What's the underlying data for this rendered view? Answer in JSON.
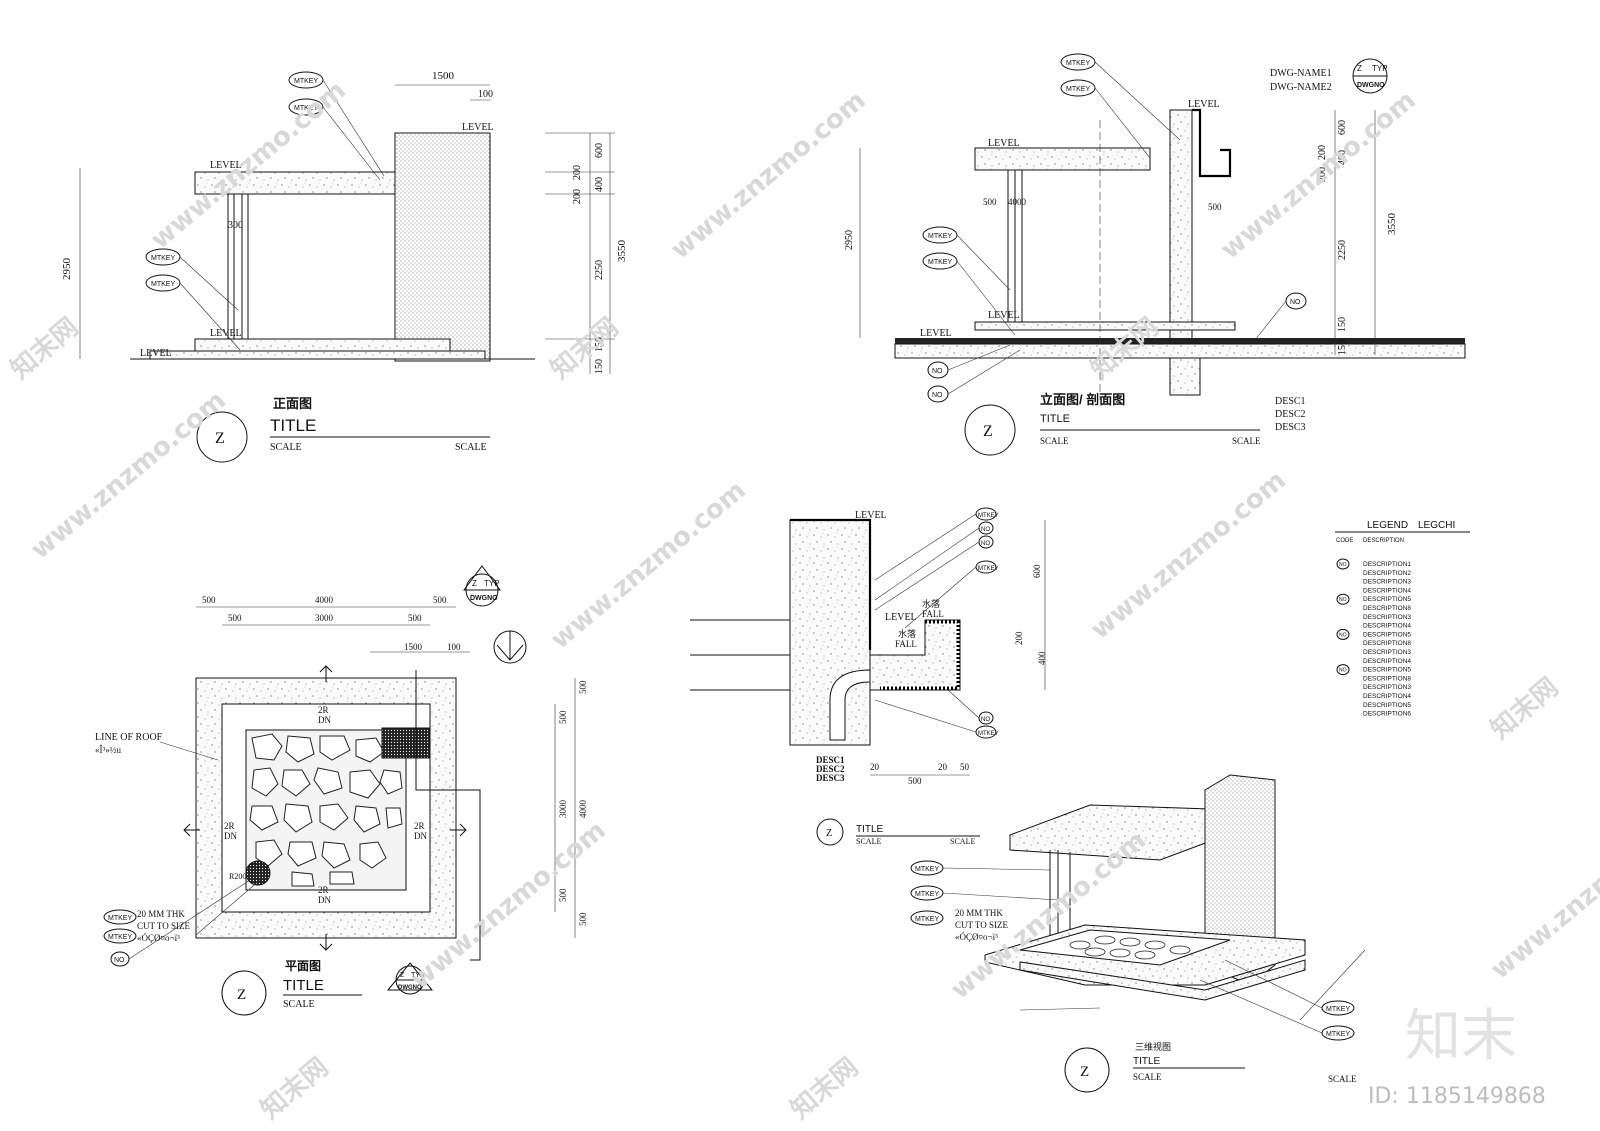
{
  "drawing": {
    "front_view": {
      "caption_cn": "正面图",
      "title": "TITLE",
      "scale_left": "SCALE",
      "scale_right": "SCALE",
      "symbol": "Z",
      "tags": [
        "MTKEY",
        "MTKEY",
        "MTKEY",
        "MTKEY"
      ],
      "levels": [
        "LEVEL",
        "LEVEL",
        "LEVEL",
        "LEVEL"
      ],
      "dims": {
        "top": "1500",
        "top_small": "100",
        "height_total": "2950",
        "d600": "600",
        "d200a": "200",
        "d200b": "200",
        "d400": "400",
        "d2250": "2250",
        "d3550": "3550",
        "d150a": "150",
        "d150b": "150",
        "col": "300"
      }
    },
    "section_view": {
      "caption_cn": "立面图/ 剖面图",
      "title": "TITLE",
      "scale_left": "SCALE",
      "scale_right": "SCALE",
      "symbol": "Z",
      "tags": [
        "MTKEY",
        "MTKEY",
        "MTKEY",
        "MTKEY"
      ],
      "no_tags": [
        "NO",
        "NO",
        "NO"
      ],
      "levels": [
        "LEVEL",
        "LEVEL",
        "LEVEL",
        "LEVEL"
      ],
      "dwg_names": [
        "DWG-NAME1",
        "DWG-NAME2"
      ],
      "ref_symbol": {
        "top": "Z",
        "typ": "TYP",
        "bottom": "DWGNO"
      },
      "descs": [
        "DESC1",
        "DESC2",
        "DESC3"
      ],
      "dims": {
        "height_total": "2950",
        "d500a": "500",
        "d4000": "4000",
        "d500b": "500",
        "d600": "600",
        "d200a": "200",
        "d200b": "200",
        "d400": "400",
        "d2250": "2250",
        "d3550": "3550",
        "d150a": "150",
        "d150b": "150"
      }
    },
    "plan_view": {
      "caption_cn": "平面图",
      "title": "TITLE",
      "scale": "SCALE",
      "symbol": "Z",
      "ref_symbol": {
        "top": "Z",
        "typ": "TYP",
        "bottom": "DWGNO"
      },
      "line_of_roof": "LINE OF ROOF",
      "line_of_roof_sub": "«Î³»½u",
      "dn_labels": [
        "2R",
        "DN"
      ],
      "radius": "R200",
      "note": [
        "20 MM THK",
        "CUT TO SIZE",
        "«ÓÇØ¤o¬ï³"
      ],
      "tags": [
        "MTKEY",
        "MTKEY"
      ],
      "no_tag": "NO",
      "dims": {
        "top_500a": "500",
        "top_4000": "4000",
        "top_500b": "500",
        "inner_500a": "500",
        "inner_3000": "3000",
        "inner_500b": "500",
        "d1500": "1500",
        "d100": "100",
        "r500a": "500",
        "r500b": "500",
        "r3000": "3000",
        "r4000": "4000",
        "r500c": "500",
        "r500d": "500"
      }
    },
    "detail_view": {
      "levels": [
        "LEVEL",
        "LEVEL"
      ],
      "fall_cn": [
        "水落",
        "水落"
      ],
      "fall": [
        "FALL",
        "FALL"
      ],
      "tags": [
        "MTKEY",
        "NO",
        "NO",
        "MTKEY",
        "NO",
        "MTKEY"
      ],
      "descs": [
        "DESC1",
        "DESC2",
        "DESC3"
      ],
      "dims": {
        "d600": "600",
        "d200": "200",
        "d400": "400",
        "d20a": "20",
        "d20b": "20",
        "d50": "50",
        "d500": "500"
      },
      "title": "TITLE",
      "scale_left": "SCALE",
      "scale_right": "SCALE",
      "symbol": "Z"
    },
    "legend": {
      "title_left": "LEGEND",
      "title_right": "LEGCHI",
      "col_code": "CODE",
      "col_desc": "DESCRIPTION",
      "code": "NO",
      "groups": [
        [
          "DESCRIPTION1",
          "DESCRIPTION2",
          "DESCRIPTION3",
          "DESCRIPTION4"
        ],
        [
          "DESCRIPTION5",
          "DESCRIPTION8",
          "DESCRIPTION3",
          "DESCRIPTION4"
        ],
        [
          "DESCRIPTION5",
          "DESCRIPTION8",
          "DESCRIPTION3",
          "DESCRIPTION4"
        ],
        [
          "DESCRIPTION5",
          "DESCRIPTION8",
          "DESCRIPTION3",
          "DESCRIPTION4",
          "DESCRIPTION5",
          "DESCRIPTION6"
        ]
      ]
    },
    "iso_view": {
      "caption_cn": "三维视图",
      "title": "TITLE",
      "scale": "SCALE",
      "symbol": "Z",
      "tags": [
        "MTKEY",
        "MTKEY",
        "MTKEY",
        "MTKEY",
        "MTKEY"
      ],
      "note": [
        "20 MM THK",
        "CUT TO SIZE",
        "«ÓÇØ¤o¬ï³"
      ]
    }
  },
  "watermark": {
    "site": "www.znzmo.com",
    "brand_cn": "知末",
    "brand_net": "知末网",
    "id_label": "ID: 1185149868",
    "scale_corner": "SCALE"
  }
}
